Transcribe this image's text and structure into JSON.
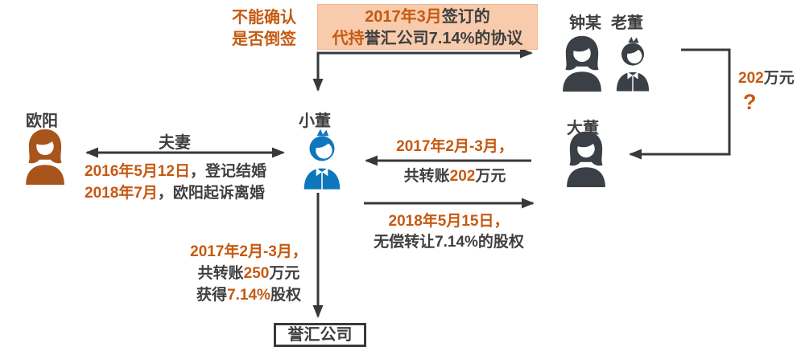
{
  "colors": {
    "accent_orange": "#C55A11",
    "dark_text": "#3F3F3F",
    "line": "#383838",
    "agreement_box_fill": "#F8CBAD",
    "xiaodong_blue": "#0E76BD",
    "ouyang_brown": "#A8551C",
    "icon_dark": "#3A4045"
  },
  "note_backdating": {
    "line1": "不能确认",
    "line2": "是否倒签"
  },
  "agreement_box": {
    "line1_date": "2017年3月",
    "line1_rest": "签订的",
    "line2_prefix": "代持",
    "line2_rest": "誉汇公司7.14%的协议"
  },
  "people": {
    "zhongmou": {
      "label": "钟某"
    },
    "laodong": {
      "label": "老董"
    },
    "dadong": {
      "label": "大董"
    },
    "xiaodong": {
      "label": "小董"
    },
    "ouyang": {
      "label": "欧阳"
    }
  },
  "company_box": {
    "label": "誉汇公司"
  },
  "payment_202": {
    "amount": "202",
    "unit": "万元",
    "question": "?"
  },
  "marriage": {
    "label": "夫妻",
    "line1_date": "2016年5月12日",
    "line1_rest": "，登记结婚",
    "line2_date": "2018年7月",
    "line2_rest": "，欧阳起诉离婚"
  },
  "transfer_202": {
    "line1": "2017年2月-3月，",
    "line2_prefix": "共转账",
    "line2_amount": "202",
    "line2_suffix": "万元"
  },
  "equity_transfer": {
    "line1": "2018年5月15日，",
    "line2": "无偿转让7.14%的股权"
  },
  "investment": {
    "line1": "2017年2月-3月，",
    "line2_prefix": "共转账",
    "line2_amount": "250",
    "line2_suffix": "万元",
    "line3_prefix": "获得",
    "line3_pct": "7.14%",
    "line3_suffix": "股权"
  }
}
